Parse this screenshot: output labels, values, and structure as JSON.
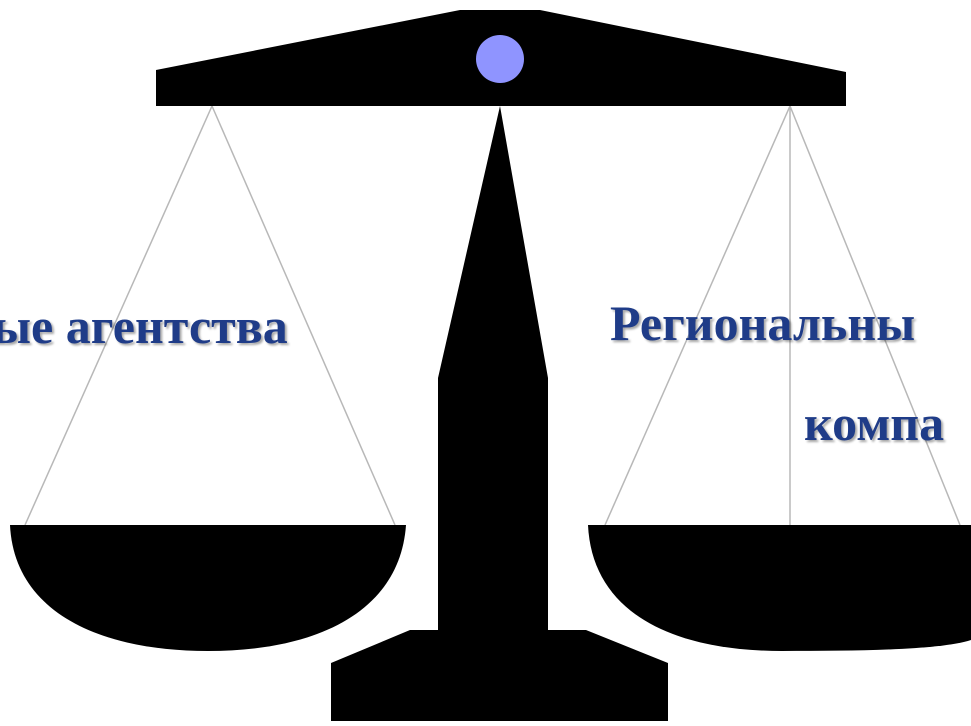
{
  "labels": {
    "left": "ые агентства",
    "right_line_1": "Региональны",
    "right_line_2": "компа"
  },
  "colors": {
    "ink": "#000000",
    "pivot": "#8f94ff",
    "text": "#1f3c88",
    "strings": "#b8b8b8"
  }
}
